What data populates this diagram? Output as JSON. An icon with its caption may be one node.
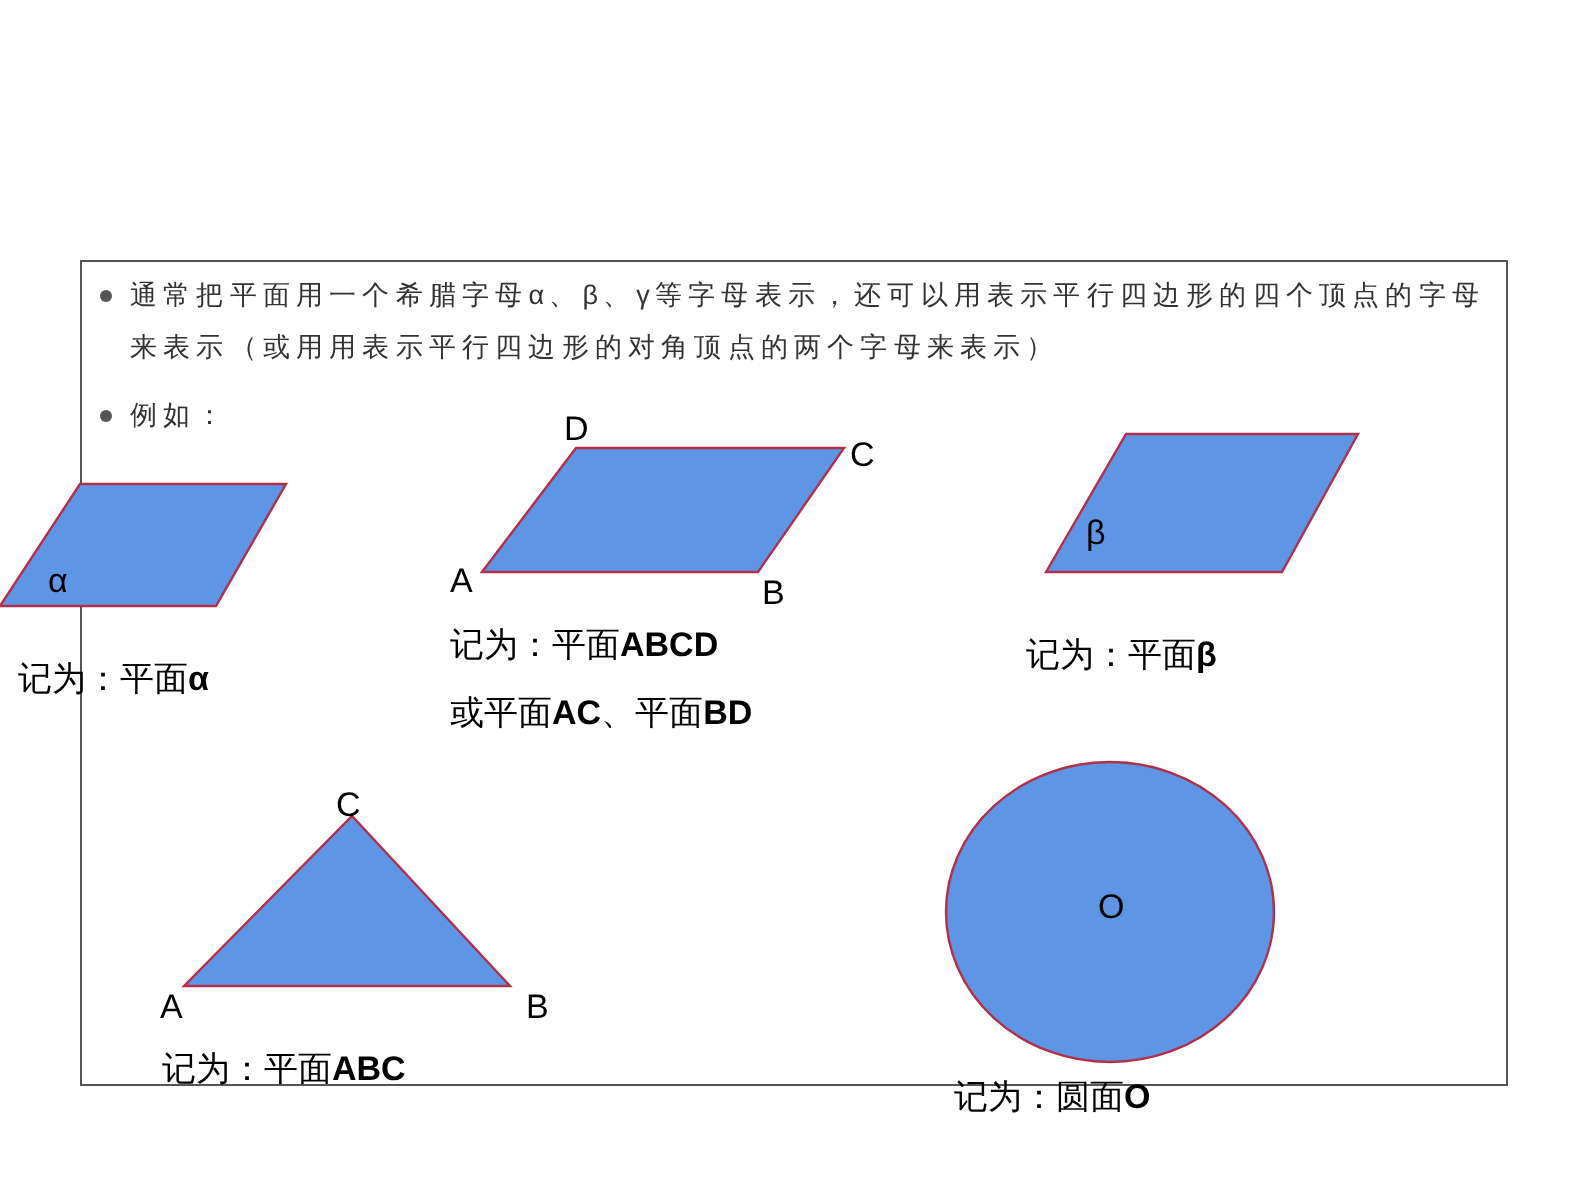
{
  "diagram": {
    "nodes": [
      {
        "text": [
          "通常把平面用一个希腊字母α、β、γ等字母表示，还可以用表示平行四边形的四个顶点的字母来表示（或用用表示平行四边形的对角顶点的两个字母来表示）",
          "例如："
        ]
      },
      {
        "text": [
          "α"
        ],
        "beside": [
          "记为：平面**α**"
        ]
      },
      {
        "text": [
          "D",
          "C",
          "A",
          "B"
        ],
        "beside": [
          "记为：平面**ABCD**",
          "或平面**AC**、平面**BD**"
        ],
        "in": 0
      },
      {
        "text": [
          "β"
        ],
        "beside": [
          "记为：平面**β**"
        ],
        "in": 0
      },
      {
        "text": [
          "C",
          "A",
          "B"
        ],
        "beside": [
          "记为：平面**ABC**"
        ],
        "in": 0
      },
      {
        "text": [
          "O"
        ],
        "beside": [
          "记为：圆面**O**"
        ],
        "in": 0
      }
    ]
  }
}
